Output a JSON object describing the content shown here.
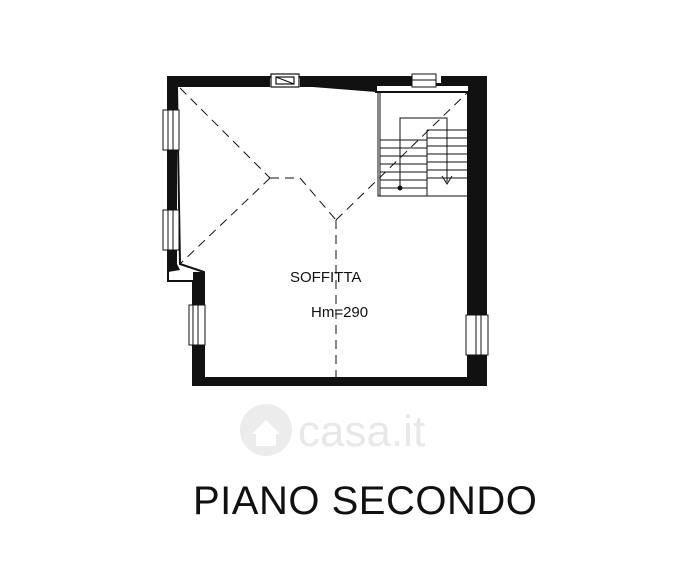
{
  "room": {
    "name": "SOFFITTA",
    "height_label": "Hm=290"
  },
  "floor_title": "PIANO SECONDO",
  "watermark": {
    "text": "casa.it",
    "icon": "house-icon"
  },
  "colors": {
    "wall": "#111111",
    "background": "#ffffff",
    "watermark": "#e6e6e6"
  }
}
